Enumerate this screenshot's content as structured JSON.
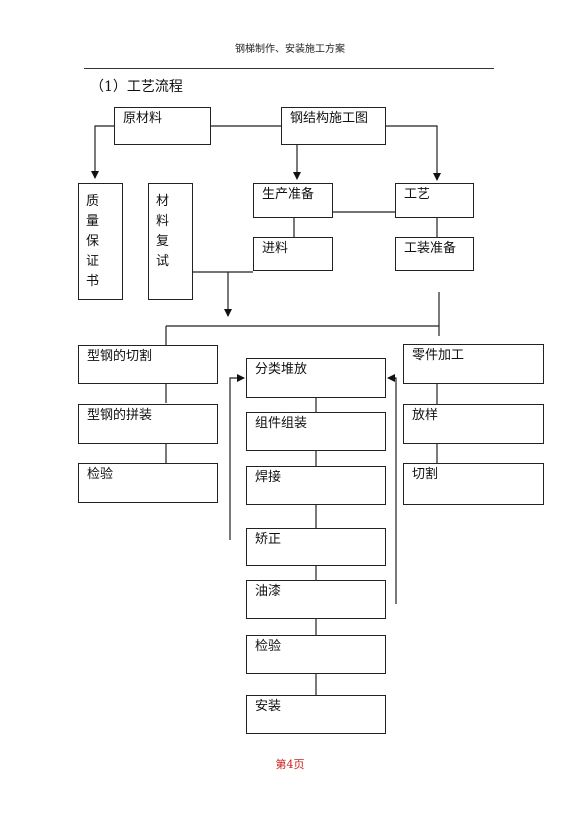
{
  "header": {
    "title": "钢梯制作、安装施工方案"
  },
  "section": {
    "heading": "（1）工艺流程"
  },
  "flow": {
    "raw_material": "原材料",
    "steel_drawing": "钢结构施工图",
    "production_prep": "生产准备",
    "process": "工艺",
    "incoming": "进料",
    "fixture_prep": "工装准备",
    "quality_cert": [
      "质",
      "量",
      "保",
      "证",
      "书"
    ],
    "material_recheck": [
      "材",
      "料",
      "复",
      "试"
    ],
    "cutting_profile": "型钢的切割",
    "assembly_profile": "型钢的拼装",
    "inspection_left": "检验",
    "sort_stack": "分类堆放",
    "component_assembly": "组件组装",
    "welding": "焊接",
    "straightening": "矫正",
    "painting": "油漆",
    "inspection_center": "检验",
    "installation": "安装",
    "parts_processing": "零件加工",
    "layout": "放样",
    "cutting_right": "切割"
  },
  "footer": {
    "page_label": "第4页"
  }
}
